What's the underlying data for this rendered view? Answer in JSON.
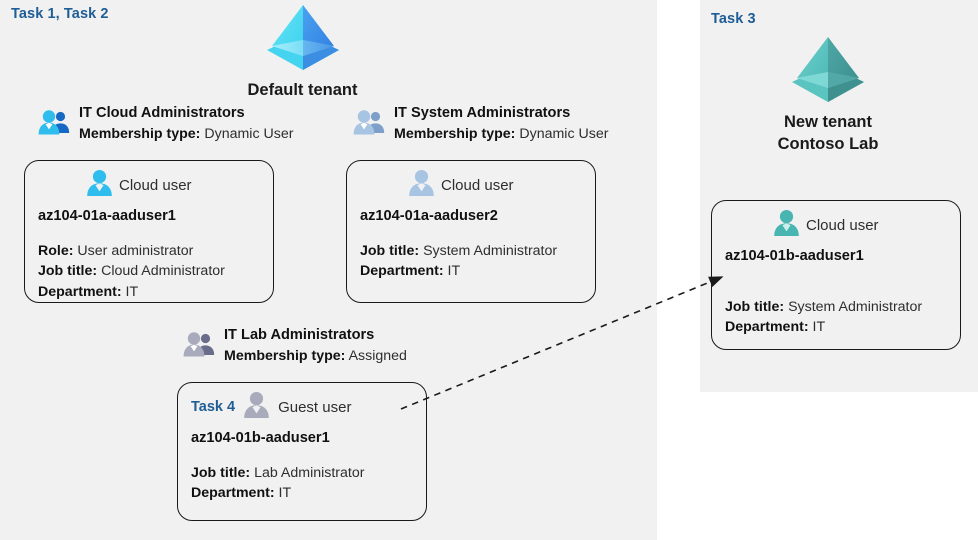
{
  "tasks": {
    "left_panel_label": "Task 1, Task 2",
    "right_panel_label": "Task 3",
    "guest_card_label": "Task 4"
  },
  "tenants": {
    "default": {
      "icon": "azure-tenant-pyramid-icon",
      "name": "Default tenant",
      "color": "#32b5f0"
    },
    "new": {
      "icon": "azure-tenant-pyramid-icon",
      "name_line1": "New  tenant",
      "name_line2": "Contoso Lab",
      "color": "#4fb3ad"
    }
  },
  "groups": [
    {
      "id": "it-cloud-administrators",
      "icon": "group-users-icon",
      "name": "IT Cloud Administrators",
      "membership_label": "Membership type:",
      "membership_value": "Dynamic User"
    },
    {
      "id": "it-system-administrators",
      "icon": "group-users-icon",
      "name": "IT System Administrators",
      "membership_label": "Membership type:",
      "membership_value": "Dynamic User"
    },
    {
      "id": "it-lab-administrators",
      "icon": "group-users-icon",
      "name": "IT Lab Administrators",
      "membership_label": "Membership type:",
      "membership_value": "Assigned"
    }
  ],
  "users": {
    "aaduser1": {
      "icon": "cloud-user-icon",
      "type": "Cloud user",
      "upn": "az104-01a-aaduser1",
      "attrs": [
        {
          "label": "Role:",
          "value": "User administrator"
        },
        {
          "label": "Job title:",
          "value": "Cloud Administrator"
        },
        {
          "label": "Department:",
          "value": "IT"
        }
      ]
    },
    "aaduser2": {
      "icon": "cloud-user-icon",
      "type": "Cloud user",
      "upn": "az104-01a-aaduser2",
      "attrs": [
        {
          "label": "Job title:",
          "value": "System Administrator"
        },
        {
          "label": "Department:",
          "value": "IT"
        }
      ]
    },
    "guestuser": {
      "icon": "guest-user-icon",
      "type": "Guest user",
      "upn": "az104-01b-aaduser1",
      "attrs": [
        {
          "label": "Job title:",
          "value": "Lab Administrator"
        },
        {
          "label": "Department:",
          "value": "IT"
        }
      ]
    },
    "aaduser1b": {
      "icon": "cloud-user-icon",
      "type": "Cloud user",
      "upn": "az104-01b-aaduser1",
      "attrs": [
        {
          "label": "Job title:",
          "value": "System Administrator"
        },
        {
          "label": "Department:",
          "value": "IT"
        }
      ]
    }
  },
  "connector": {
    "icon": "dashed-arrow-icon",
    "from": "guest-user-card",
    "to": "new-tenant-user-card"
  },
  "colors": {
    "panel_background": "#f1f1f1",
    "task_accent": "#1f5d96",
    "card_border": "#1a1a1a",
    "azure_blue": "#32b5f0",
    "teal": "#4fb3ad",
    "gray_user": "#9a9cb0"
  }
}
